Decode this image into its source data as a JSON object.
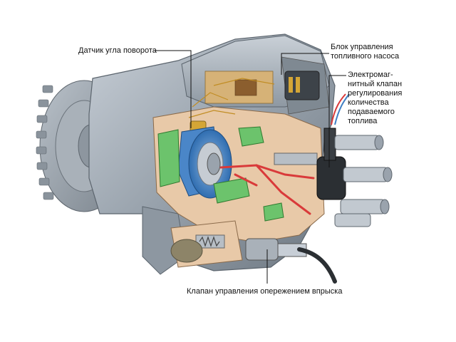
{
  "labels": {
    "angle_sensor": "Датчик угла поворота",
    "pump_ecu": "Блок управления\nтопливного насоса",
    "solenoid_valve": "Электромаг-\nнитный клапан\nрегулирования\nколичества\nподаваемого\nтоплива",
    "timing_valve": "Клапан управления опережением впрыска"
  },
  "colors": {
    "housing": "#9aa3ad",
    "cutaway": "#e8c9a8",
    "rotor": "#3f7fc4",
    "green_parts": "#6cc36c",
    "fuel_lines": "#d93a3a",
    "brass": "#d4a636",
    "leader_lines": "#111111"
  }
}
